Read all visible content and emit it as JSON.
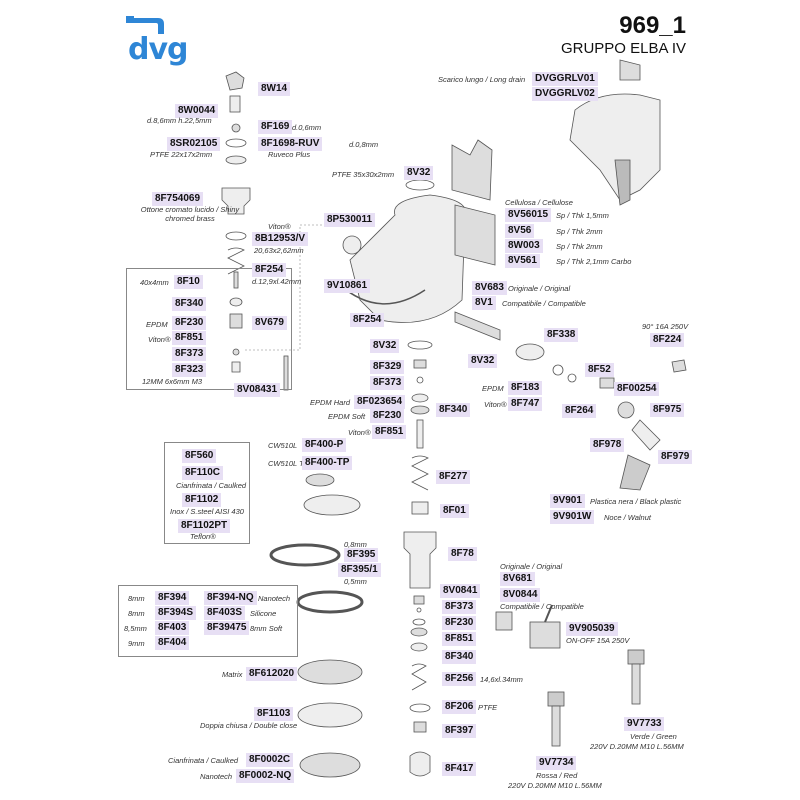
{
  "brand": "dvg",
  "title": "969_1",
  "subtitle": "GRUPPO ELBA IV",
  "parts": [
    {
      "code": "8W14"
    },
    {
      "code": "8W0044",
      "note": "d.8,6mm h.22,5mm"
    },
    {
      "code": "8F169",
      "note": "d.0,6mm"
    },
    {
      "code": "8SR02105",
      "note": "PTFE 22x17x2mm"
    },
    {
      "code": "8F1698-RUV",
      "note": "d.0,8mm"
    },
    {
      "code": "8F754069",
      "note": "Ottone cromato lucido / Shiny chromed brass"
    },
    {
      "code": "8B12953/V",
      "note": "20,63x2,62mm"
    },
    {
      "code": "8F254",
      "note": "d.12,9xl.42mm"
    },
    {
      "code": "8F10",
      "note": "40x4mm"
    },
    {
      "code": "8F340"
    },
    {
      "code": "8F230",
      "note": "EPDM"
    },
    {
      "code": "8F851",
      "note": "Viton®"
    },
    {
      "code": "8V679"
    },
    {
      "code": "8F373"
    },
    {
      "code": "8F323",
      "note": "12MM 6x6mm M3"
    },
    {
      "code": "8V08431"
    },
    {
      "code": "8V32",
      "note": "PTFE 35x30x2mm"
    },
    {
      "code": "8P530011"
    },
    {
      "code": "9V10861"
    },
    {
      "code": "8F254"
    },
    {
      "code": "DVGGRLV01",
      "note": "Scarico lungo / Long drain"
    },
    {
      "code": "DVGGRLV02"
    },
    {
      "code": "8V56015",
      "note": "Sp / Thk 1,5mm"
    },
    {
      "code": "8V56",
      "note": "Sp / Thk 2mm"
    },
    {
      "code": "8W003",
      "note": "Sp / Thk 2mm"
    },
    {
      "code": "8V561",
      "note": "Sp / Thk 2,1mm Carbo"
    },
    {
      "code": "8V683",
      "note": "Originale / Original"
    },
    {
      "code": "8V1",
      "note": "Compatibile / Compatible"
    },
    {
      "code": "8F338"
    },
    {
      "code": "8F224",
      "note": "90° 16A 250V"
    },
    {
      "code": "8V32"
    },
    {
      "code": "8V32"
    },
    {
      "code": "8F329"
    },
    {
      "code": "8F373"
    },
    {
      "code": "8F52"
    },
    {
      "code": "8F183",
      "note": "EPDM"
    },
    {
      "code": "8F747",
      "note": "Viton®"
    },
    {
      "code": "8F00254"
    },
    {
      "code": "8F264"
    },
    {
      "code": "8F975"
    },
    {
      "code": "8F023654",
      "note": "EPDM Hard"
    },
    {
      "code": "8F230",
      "note": "EPDM Soft"
    },
    {
      "code": "8F340"
    },
    {
      "code": "8F851",
      "note": "Viton®"
    },
    {
      "code": "8F978"
    },
    {
      "code": "8F979"
    },
    {
      "code": "8F560"
    },
    {
      "code": "8F400-P",
      "note": "CW510L"
    },
    {
      "code": "8F400-TP",
      "note": "CW510L TEA PLUS"
    },
    {
      "code": "8F110C",
      "note": "Cianfrinata / Caulked"
    },
    {
      "code": "8F1102",
      "note": "Inox / S.steel AISI 430"
    },
    {
      "code": "8F1102PT",
      "note": "Teflon®"
    },
    {
      "code": "8F277"
    },
    {
      "code": "9V901",
      "note": "Plastica nera / Black plastic"
    },
    {
      "code": "9V901W",
      "note": "Noce / Walnut"
    },
    {
      "code": "8F01"
    },
    {
      "code": "8F395",
      "note": "0,8mm"
    },
    {
      "code": "8F395/1",
      "note": "0,5mm"
    },
    {
      "code": "8F78"
    },
    {
      "code": "8V681",
      "note": "Originale / Original"
    },
    {
      "code": "8V0844",
      "note": "Compatibile / Compatible"
    },
    {
      "code": "8F394",
      "note": "8mm"
    },
    {
      "code": "8F394-NQ",
      "note": "Nanotech"
    },
    {
      "code": "8F394S",
      "note": "8mm"
    },
    {
      "code": "8F403S",
      "note": "Silicone"
    },
    {
      "code": "8F403",
      "note": "8,5mm"
    },
    {
      "code": "8F39475",
      "note": "8mm Soft"
    },
    {
      "code": "8F404",
      "note": "9mm"
    },
    {
      "code": "8V0841"
    },
    {
      "code": "8F373"
    },
    {
      "code": "8F230"
    },
    {
      "code": "8F851"
    },
    {
      "code": "8F340"
    },
    {
      "code": "9V905039",
      "note": "ON-OFF 15A 250V"
    },
    {
      "code": "8F612020",
      "note": "Matrix"
    },
    {
      "code": "8F256",
      "note": "14,6xl.34mm"
    },
    {
      "code": "8F206",
      "note": "PTFE"
    },
    {
      "code": "8F1103",
      "note": "Doppia chiusa / Double close"
    },
    {
      "code": "9V7733",
      "note": "Verde / Green"
    },
    {
      "code": "8F397"
    },
    {
      "code": "8F0002C",
      "note": "Cianfrinata / Caulked"
    },
    {
      "code": "8F0002-NQ",
      "note": "Nanotech"
    },
    {
      "code": "9V7734",
      "note": "Rossa / Red"
    },
    {
      "code": "8F417"
    }
  ],
  "extra_notes": {
    "ruveco": "Ruveco Plus",
    "viton_top": "Viton®",
    "green_spec": "220V D.20MM M10 L.56MM",
    "red_spec": "220V D.20MM M10 L.56MM"
  },
  "colors": {
    "label_bg": "#e7dff4",
    "brand": "#2e86d6"
  }
}
